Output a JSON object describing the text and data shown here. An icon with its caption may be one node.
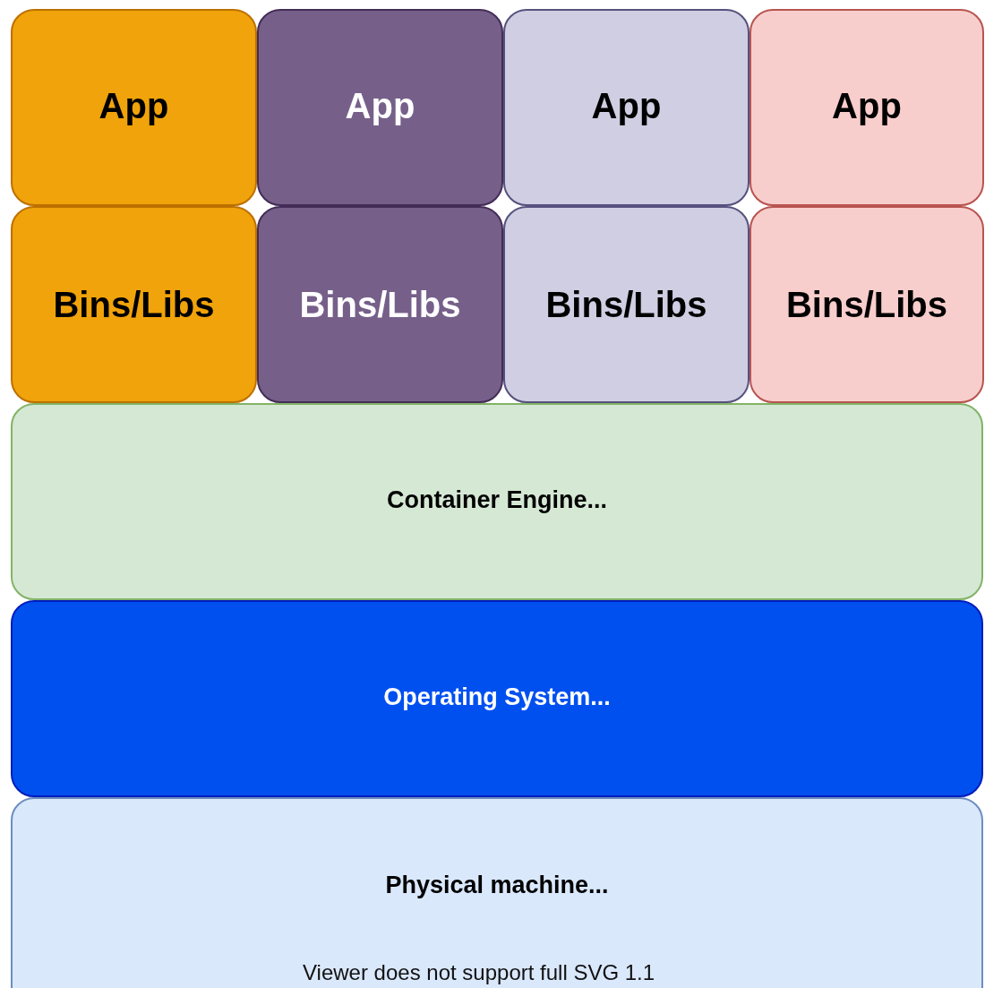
{
  "diagram": {
    "nodes": [
      {
        "text": [
          "App"
        ]
      },
      {
        "text": [
          "App"
        ]
      },
      {
        "text": [
          "App"
        ]
      },
      {
        "text": [
          "App"
        ]
      },
      {
        "text": [
          "Bins/Libs"
        ]
      },
      {
        "text": [
          "Bins/Libs"
        ]
      },
      {
        "text": [
          "Bins/Libs"
        ]
      },
      {
        "text": [
          "Bins/Libs"
        ]
      },
      {
        "text": [
          "Container Engine..."
        ]
      },
      {
        "text": [
          "Operating System..."
        ]
      },
      {
        "text": [
          "Physical machine..."
        ]
      }
    ],
    "labels": [
      "Viewer does not support full SVG 1.1"
    ]
  }
}
